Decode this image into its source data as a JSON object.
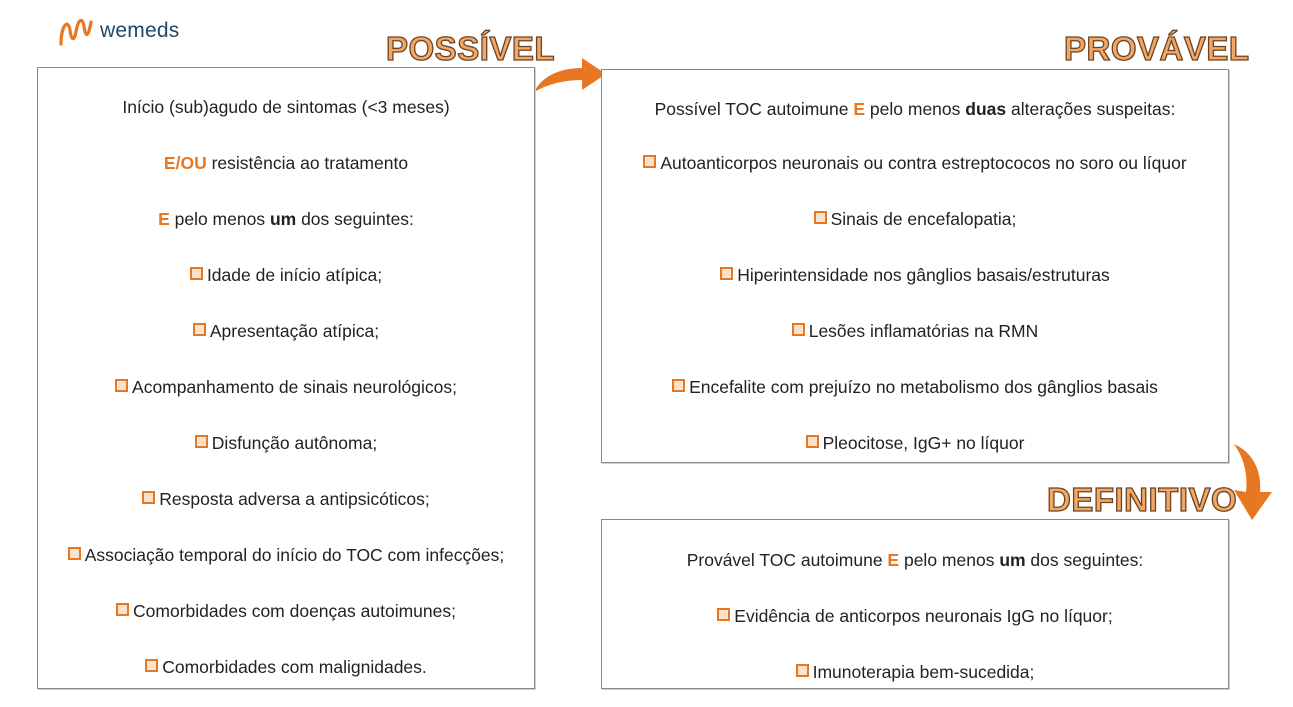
{
  "brand": {
    "logo_text": "wemeds",
    "accent": "#e87722",
    "logo_icon": "wave-mark-icon"
  },
  "possivel": {
    "title": "POSSÍVEL",
    "line1": "Início (sub)agudo de sintomas (<3 meses)",
    "line2_acc": "E/OU",
    "line2_rest": " resistência ao tratamento",
    "line3_acc": "E",
    "line3_pre": " pelo menos ",
    "line3_bold": "um",
    "line3_post": " dos seguintes:",
    "items": [
      "Idade de início atípica;",
      "Apresentação atípica;",
      "Acompanhamento de sinais neurológicos;",
      "Disfunção autônoma;",
      "Resposta adversa a  antipsicóticos;",
      "Associação temporal do início do TOC com infecções;",
      "Comorbidades com doenças autoimunes;",
      "Comorbidades com malignidades."
    ]
  },
  "provavel": {
    "title": "PROVÁVEL",
    "intro_pre": "Possível TOC autoimune ",
    "intro_acc": "E",
    "intro_mid": " pelo menos ",
    "intro_bold": "duas",
    "intro_post": " alterações suspeitas:",
    "items": [
      "Autoanticorpos neuronais ou contra estreptococos no soro ou líquor",
      "Sinais de encefalopatia;",
      "Hiperintensidade nos gânglios basais/estruturas",
      "Lesões inflamatórias na RMN",
      "Encefalite com prejuízo no metabolismo dos gânglios basais",
      "Pleocitose, IgG+ no líquor"
    ]
  },
  "definitivo": {
    "title": "DEFINITIVO",
    "intro_pre": "Provável TOC autoimune ",
    "intro_acc": "E",
    "intro_mid": " pelo menos ",
    "intro_bold": "um",
    "intro_post": " dos seguintes:",
    "items": [
      "Evidência de anticorpos neuronais IgG no líquor;",
      "Imunoterapia bem-sucedida;"
    ]
  }
}
